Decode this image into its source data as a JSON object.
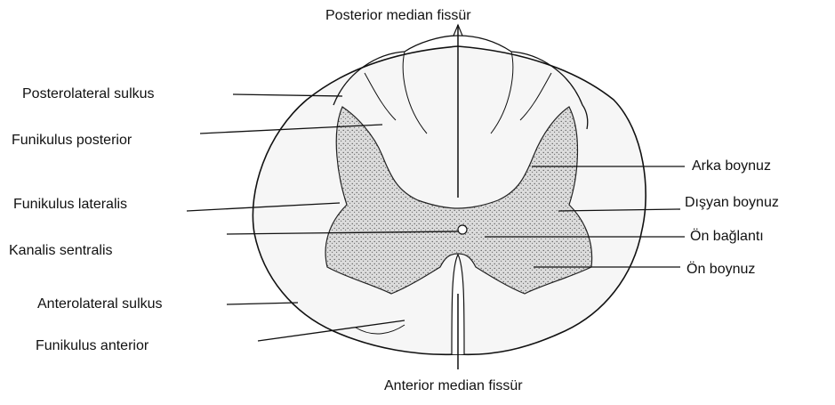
{
  "labels": {
    "posterior_median_fissure": "Posterior median fissür",
    "posterolateral_sulcus": "Posterolateral sulkus",
    "funiculus_posterior": "Funikulus posterior",
    "funiculus_lateralis": "Funikulus lateralis",
    "canalis_centralis": "Kanalis sentralis",
    "anterolateral_sulcus": "Anterolateral sulkus",
    "funiculus_anterior": "Funikulus anterior",
    "anterior_median_fissure": "Anterior median fissür",
    "posterior_horn": "Arka boynuz",
    "lateral_horn": "Dışyan boynuz",
    "anterior_commissure": "Ön bağlantı",
    "anterior_horn": "Ön boynuz"
  },
  "colors": {
    "line": "#111111",
    "gray_matter": "#cfcfcf",
    "white_matter": "#f6f6f6"
  }
}
